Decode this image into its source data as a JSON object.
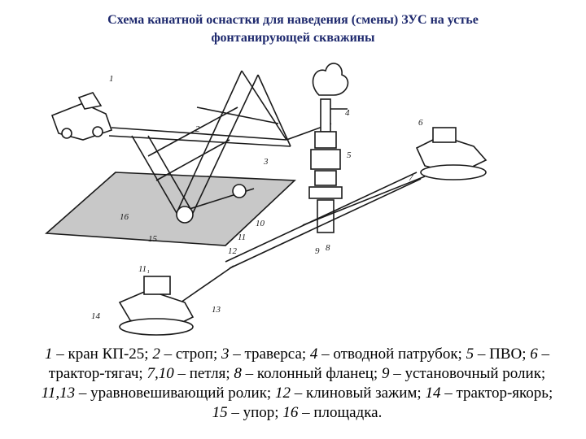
{
  "title": {
    "line1": "Схема канатной оснастки для наведения (смены) ЗУС на устье",
    "line2": "фонтанирующей скважины"
  },
  "figure_labels": [
    "1",
    "2",
    "3",
    "4",
    "5",
    "6",
    "7",
    "8",
    "9",
    "10",
    "11",
    "11₁",
    "12",
    "13",
    "14",
    "15",
    "16"
  ],
  "caption": [
    {
      "num": "1",
      "text": " – кран КП-25; "
    },
    {
      "num": "2",
      "text": " – строп; "
    },
    {
      "num": "3",
      "text": " – траверса; "
    },
    {
      "num": "4",
      "text": " – отводной патрубок; "
    },
    {
      "num": "5",
      "text": " – ПВО; "
    },
    {
      "num": "6",
      "text": " – трактор-тягач; "
    },
    {
      "num": "7,10",
      "text": " – петля; "
    },
    {
      "num": "8",
      "text": " – колонный фланец; "
    },
    {
      "num": "9",
      "text": " – установочный ролик; "
    },
    {
      "num": "11,13",
      "text": " – уравновешивающий ролик; "
    },
    {
      "num": "12",
      "text": " – клиновый зажим; "
    },
    {
      "num": "14",
      "text": " – трактор-якорь; "
    },
    {
      "num": "15",
      "text": " – упор; "
    },
    {
      "num": "16",
      "text": " – площадка."
    }
  ],
  "colors": {
    "title": "#1f2a6e",
    "drawing": "#1a1a1a",
    "platform": "#c8c8c8"
  }
}
